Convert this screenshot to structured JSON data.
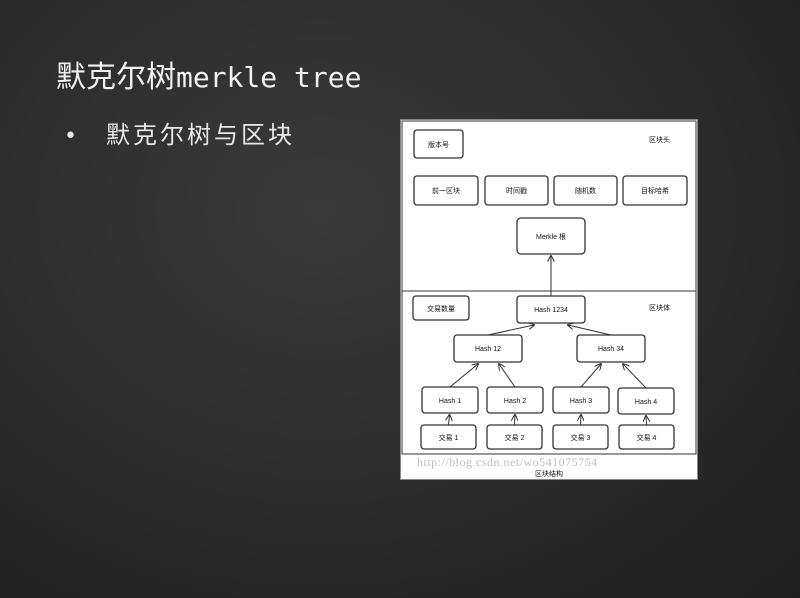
{
  "slide": {
    "title_cn": "默克尔树",
    "title_en": "merkle tree",
    "bullet_symbol": "•",
    "bullet_text": "默克尔树与区块"
  },
  "figure": {
    "header_section_label": "区块头",
    "body_section_label": "区块体",
    "version": "版本号",
    "prev_block": "前一区块",
    "timestamp": "时间戳",
    "nonce": "随机数",
    "target": "目标哈希",
    "merkle_root": "Merkle 根",
    "tx_count": "交易数量",
    "hash_1234": "Hash   1234",
    "hash_12": "Hash   12",
    "hash_34": "Hash   34",
    "hash_1": "Hash 1",
    "hash_2": "Hash 2",
    "hash_3": "Hash 3",
    "hash_4": "Hash 4",
    "tx_1": "交易 1",
    "tx_2": "交易 2",
    "tx_3": "交易 3",
    "tx_4": "交易 4",
    "watermark": "http://blog.csdn.net/wo541075754",
    "caption": "区块结构"
  }
}
